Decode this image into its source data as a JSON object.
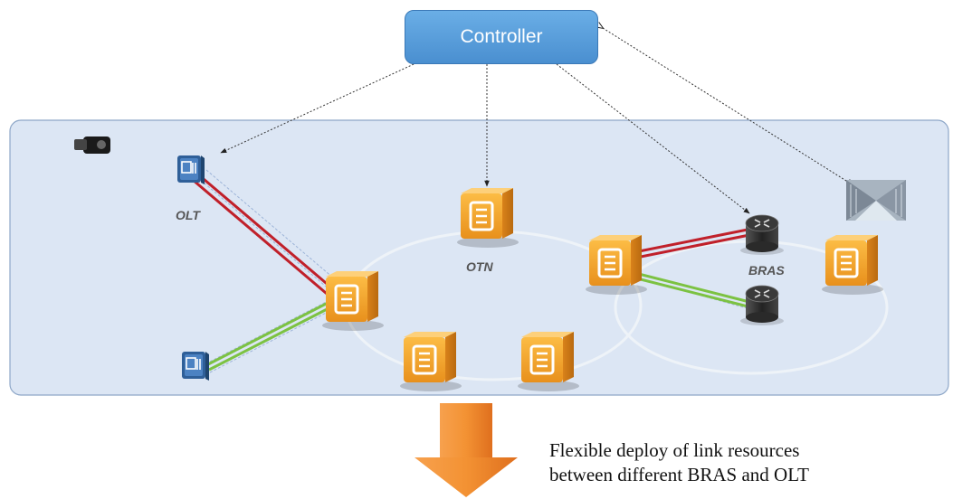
{
  "controller": {
    "label": "Controller"
  },
  "labels": {
    "olt": "OLT",
    "otn": "OTN",
    "bras": "BRAS"
  },
  "caption": {
    "line1": "Flexible deploy of link resources",
    "line2": "between different BRAS and OLT"
  },
  "colors": {
    "panel": "#dce6f4",
    "panel_border": "#8ea7c8",
    "controller": "#5b9bd5",
    "node": "#f5a623",
    "red_link": "#c0202a",
    "green_link": "#7cc242",
    "arrow": "#e8782a"
  },
  "icons": {
    "otn_node": "otn-switch-icon",
    "olt": "olt-device-icon",
    "bras": "router-icon",
    "camera": "camera-icon",
    "datacenter": "datacenter-icon"
  }
}
